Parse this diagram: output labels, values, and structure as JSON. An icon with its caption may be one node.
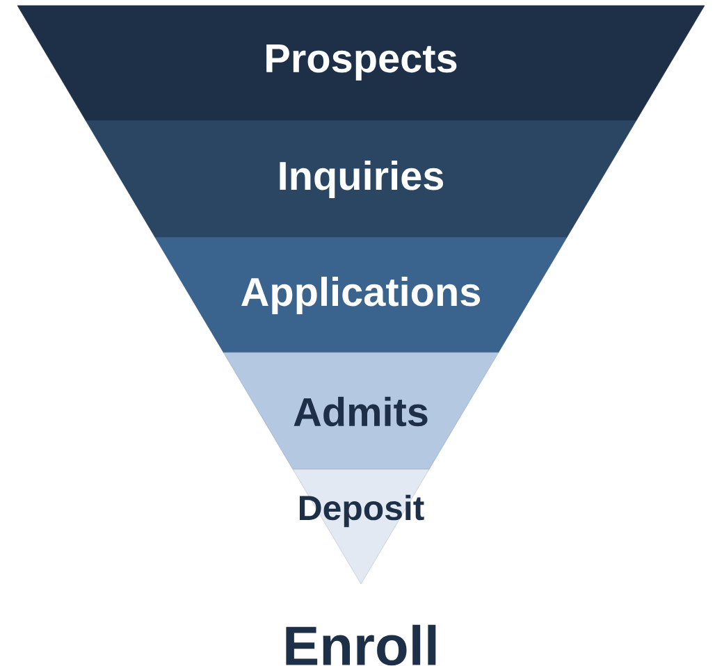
{
  "diagram": {
    "nodes": [
      {
        "text": [
          "Prospects"
        ]
      },
      {
        "text": [
          "Inquiries"
        ]
      },
      {
        "text": [
          "Applications"
        ]
      },
      {
        "text": [
          "Admits"
        ]
      },
      {
        "text": [
          "Deposit"
        ]
      }
    ],
    "labels": [
      "Enroll"
    ]
  }
}
